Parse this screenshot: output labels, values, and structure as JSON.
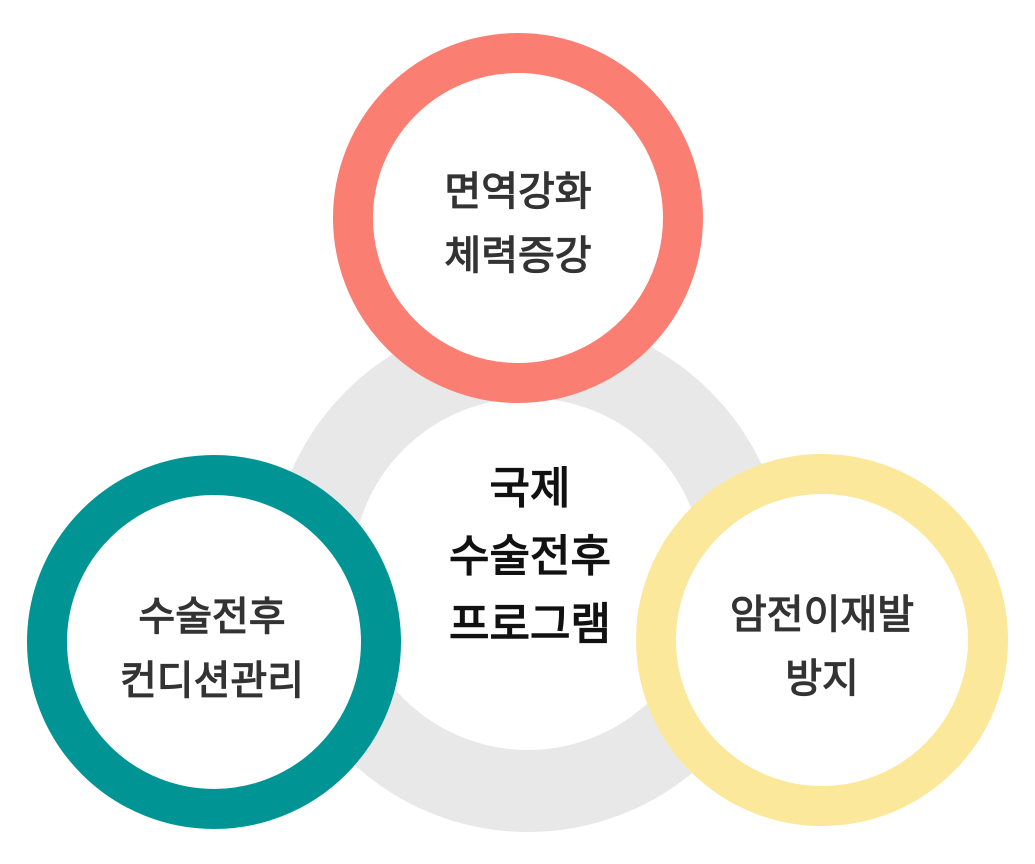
{
  "center": {
    "line1": "국제",
    "line2": "수술전후",
    "line3": "프로그램"
  },
  "nodes": {
    "top": {
      "line1": "면역강화",
      "line2": "체력증강",
      "color": "#FA7F72"
    },
    "left": {
      "line1": "수술전후",
      "line2": "컨디션관리",
      "color": "#009494"
    },
    "right": {
      "line1": "암전이재발",
      "line2": "방지",
      "color": "#FBE89B"
    }
  },
  "colors": {
    "center_ring": "#E8E8E8",
    "text": "#333333"
  }
}
